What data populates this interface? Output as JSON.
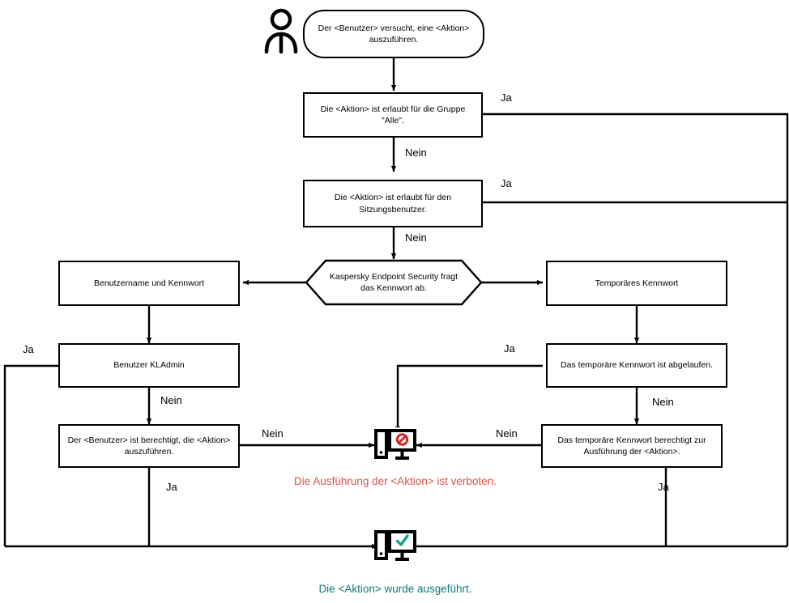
{
  "diagram": {
    "title": "Kaspersky Endpoint Security Aktionsberechtigung Ablauf",
    "colors": {
      "stroke": "#000000",
      "background": "#ffffff",
      "deny": "#dd5345",
      "allow": "#127a7a",
      "deny_icon": "#d62828",
      "allow_icon": "#0f9b8e"
    },
    "nodes": {
      "actor": "user-actor-icon",
      "start": "Der <Benutzer> versucht, eine <Aktion> auszuführen.",
      "group_all": "Die <Aktion> ist erlaubt für die Gruppe \"Alle\".",
      "session_user": "Die <Aktion> ist erlaubt für den Sitzungsbenutzer.",
      "password_prompt": "Kaspersky Endpoint Security fragt das Kennwort ab.",
      "username_password": "Benutzername und Kennwort",
      "temp_password": "Temporäres Kennwort",
      "kladmin": "Benutzer KLAdmin",
      "temp_expired": "Das temporäre Kennwort ist abgelaufen.",
      "user_permitted": "Der <Benutzer> ist berechtigt, die <Aktion> auszuführen.",
      "temp_permits": "Das temporäre Kennwort berechtigt zur Ausführung der <Aktion>."
    },
    "edge_labels": {
      "group_all_yes": "Ja",
      "group_all_no": "Nein",
      "session_user_yes": "Ja",
      "session_user_no": "Nein",
      "kladmin_yes": "Ja",
      "kladmin_no": "Nein",
      "user_permitted_no": "Nein",
      "user_permitted_yes": "Ja",
      "temp_expired_yes": "Ja",
      "temp_expired_no": "Nein",
      "temp_permits_no": "Nein",
      "temp_permits_yes": "Ja"
    },
    "outcomes": {
      "denied": "Die Ausführung der <Aktion> ist verboten.",
      "allowed": "Die <Aktion> wurde ausgeführt."
    },
    "icons": {
      "actor": "person-icon",
      "denied": "monitor-forbidden-icon",
      "allowed": "monitor-check-icon"
    }
  }
}
